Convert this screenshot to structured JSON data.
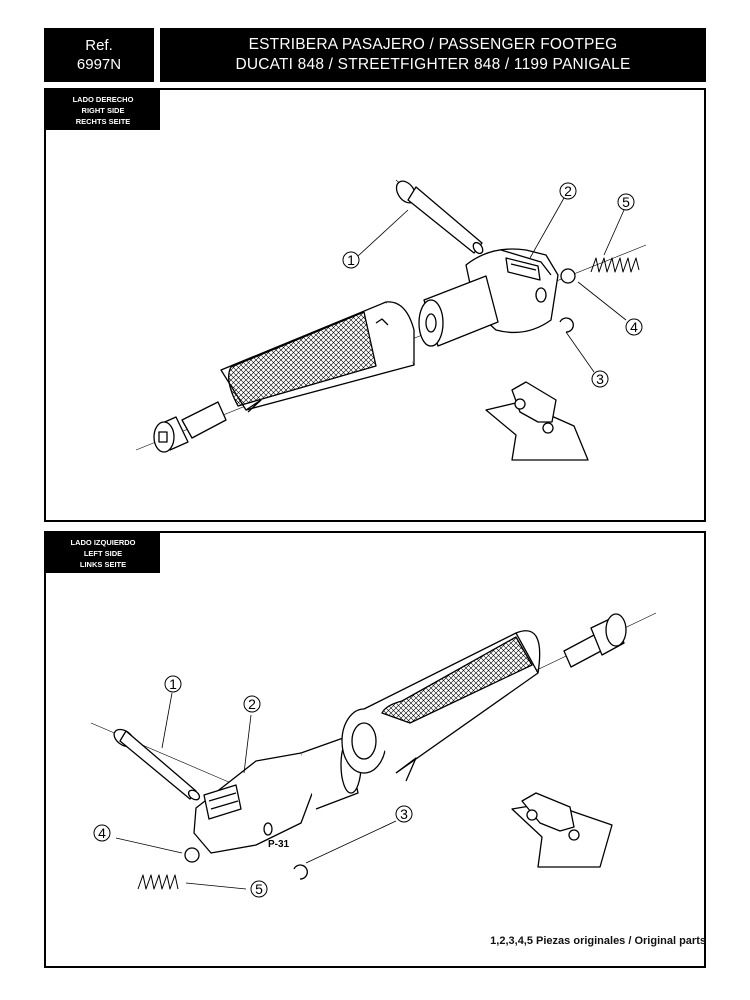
{
  "header": {
    "ref_label": "Ref.",
    "ref_number": "6997N",
    "title_line1": "ESTRIBERA PASAJERO / PASSENGER FOOTPEG",
    "title_line2": "DUCATI 848  /  STREETFIGHTER 848  /  1199 PANIGALE"
  },
  "right_panel": {
    "label_es": "LADO DERECHO",
    "label_en": "RIGHT SIDE",
    "label_de": "RECHTS SEITE",
    "callouts": [
      "1",
      "2",
      "3",
      "4",
      "5"
    ]
  },
  "left_panel": {
    "label_es": "LADO IZQUIERDO",
    "label_en": "LEFT SIDE",
    "label_de": "LINKS SEITE",
    "callouts": [
      "1",
      "2",
      "3",
      "4",
      "5"
    ],
    "part_marking": "P-31"
  },
  "footnote": "1,2,3,4,5 Piezas originales / Original parts",
  "colors": {
    "ink": "#000000",
    "paper": "#ffffff"
  }
}
